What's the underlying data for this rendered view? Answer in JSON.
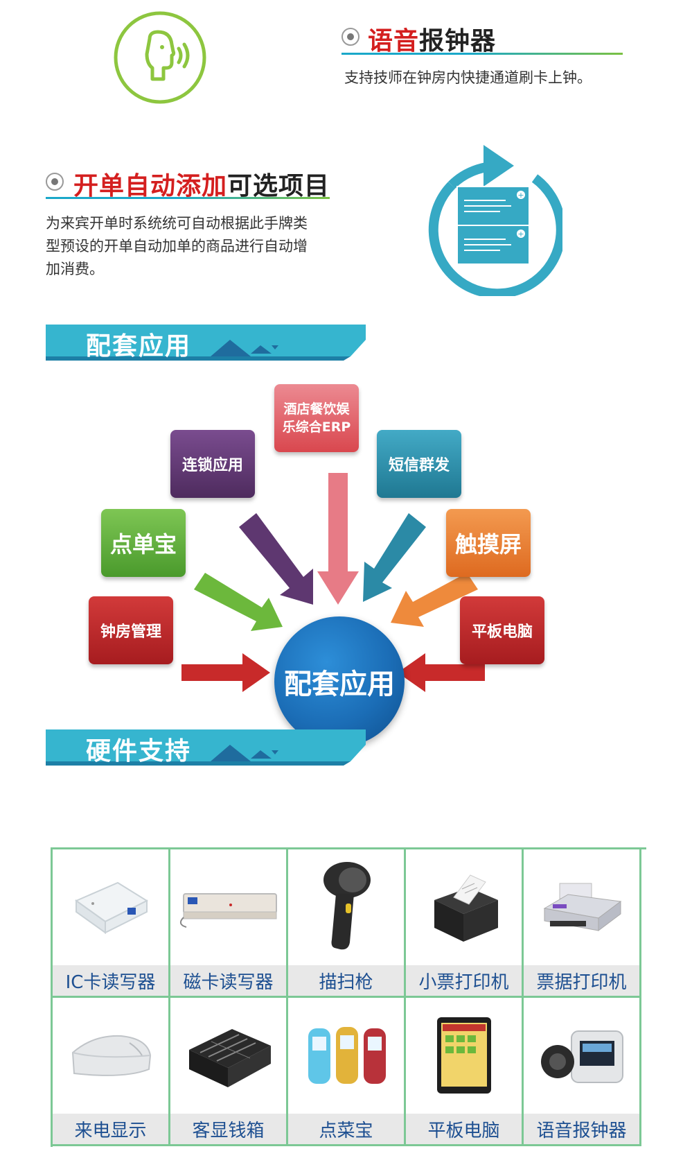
{
  "features": [
    {
      "title_red": "语音",
      "title_black": "报钟器",
      "description": "支持技师在钟房内快捷通道刷卡上钟。",
      "icon": "voice-head-icon"
    },
    {
      "title_red": "开单自动添加",
      "title_black": "可选项目",
      "description_lines": [
        "为来宾开单时系统统可自动根据此手牌类",
        "型预设的开单自动加单的商品进行自动增",
        "加消费。"
      ],
      "icon": "refresh-document-icon"
    }
  ],
  "sections": {
    "apps": "配套应用",
    "hardware": "硬件支持"
  },
  "hub": {
    "center": "配套应用",
    "nodes": [
      {
        "label_lines": [
          "酒店餐饮娱",
          "乐综合ERP"
        ],
        "color": "#d9474e"
      },
      {
        "label_lines": [
          "连锁应用"
        ],
        "color": "#5e3770"
      },
      {
        "label_lines": [
          "短信群发"
        ],
        "color": "#2b8aa6"
      },
      {
        "label_lines": [
          "点单宝"
        ],
        "color": "#5aa737"
      },
      {
        "label_lines": [
          "触摸屏"
        ],
        "color": "#e8752b"
      },
      {
        "label_lines": [
          "钟房管理"
        ],
        "color": "#b72226"
      },
      {
        "label_lines": [
          "平板电脑"
        ],
        "color": "#b72226"
      }
    ]
  },
  "hardware": [
    {
      "label": "IC卡读写器",
      "icon": "card-reader-icon"
    },
    {
      "label": "磁卡读写器",
      "icon": "magnetic-card-reader-icon"
    },
    {
      "label": "描扫枪",
      "icon": "barcode-scanner-icon"
    },
    {
      "label": "小票打印机",
      "icon": "receipt-printer-icon"
    },
    {
      "label": "票据打印机",
      "icon": "bill-printer-icon"
    },
    {
      "label": "来电显示",
      "icon": "caller-id-icon"
    },
    {
      "label": "客显钱箱",
      "icon": "cash-drawer-icon"
    },
    {
      "label": "点菜宝",
      "icon": "handheld-ordering-icon"
    },
    {
      "label": "平板电脑",
      "icon": "tablet-icon"
    },
    {
      "label": "语音报钟器",
      "icon": "voice-clock-device-icon"
    }
  ],
  "colors": {
    "accent_red": "#d41f1f",
    "banner_teal": "#36b5cf",
    "grid_green": "#7cc895",
    "caption_blue": "#1d4f91"
  }
}
